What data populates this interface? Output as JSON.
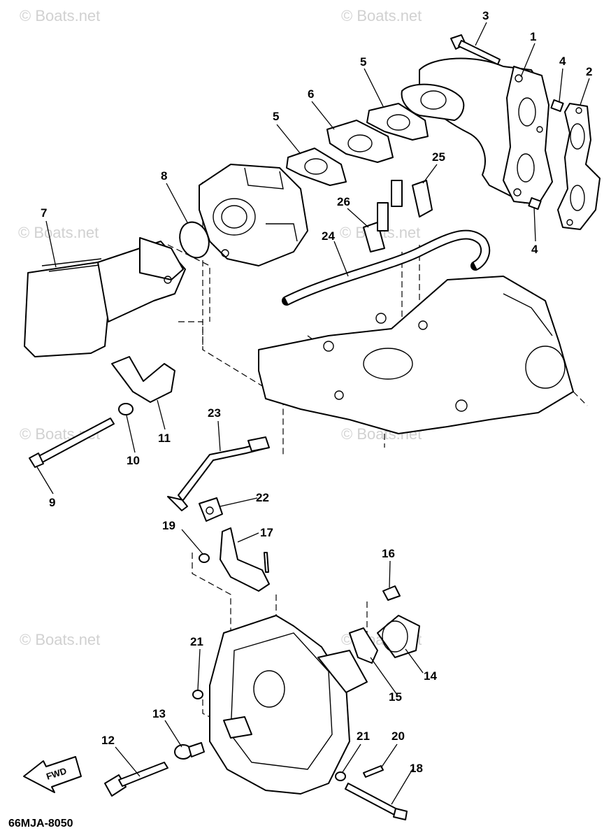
{
  "watermarks": [
    "© Boats.net",
    "© Boats.net",
    "© Boats.net",
    "© Boats.net",
    "© Boats.net",
    "© Boats.net",
    "© Boats.net",
    "© Boats.net"
  ],
  "callouts": [
    "1",
    "2",
    "3",
    "4",
    "4",
    "5",
    "5",
    "6",
    "7",
    "8",
    "9",
    "10",
    "11",
    "12",
    "13",
    "14",
    "15",
    "16",
    "17",
    "18",
    "19",
    "20",
    "21",
    "21",
    "22",
    "23",
    "24",
    "25",
    "26"
  ],
  "direction_label": "FWD",
  "drawing_code": "66MJA-8050"
}
